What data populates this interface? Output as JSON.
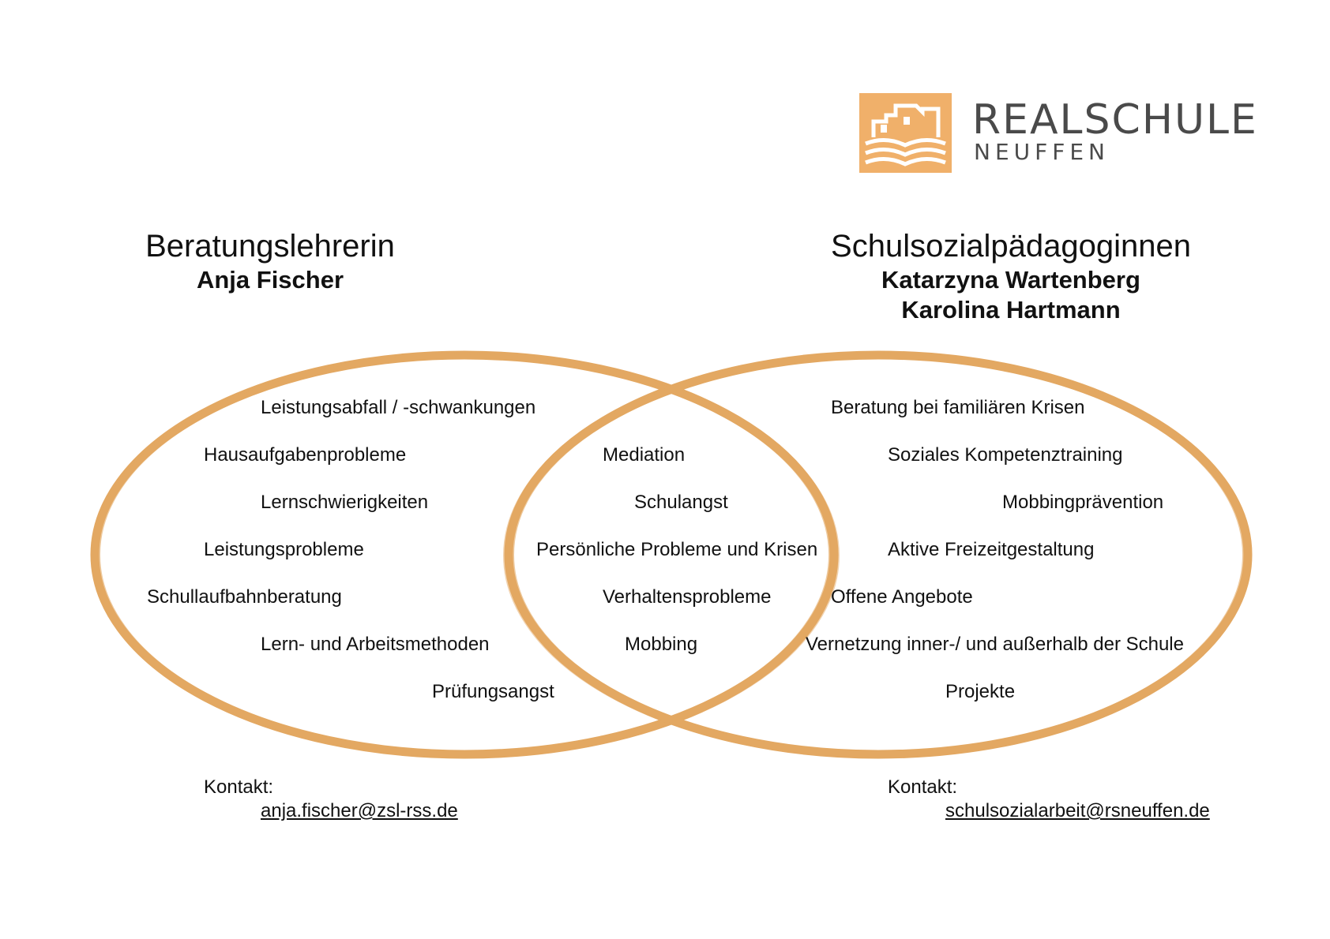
{
  "logo": {
    "name": "REALSCHULE",
    "subname": "NEUFFEN",
    "icon": "school-building-book-icon",
    "color": "#f0b06a"
  },
  "left": {
    "role": "Beratungslehrerin",
    "names": [
      "Anja Fischer"
    ],
    "items": [
      "Leistungsabfall / -schwankungen",
      "Hausaufgabenprobleme",
      "Lernschwierigkeiten",
      "Leistungsprobleme",
      "Schullaufbahnberatung",
      "Lern- und Arbeitsmethoden",
      "Prüfungsangst"
    ],
    "contact_label": "Kontakt:",
    "email": "anja.fischer@zsl-rss.de"
  },
  "center": {
    "items": [
      "Mediation",
      "Schulangst",
      "Persönliche Probleme und Krisen",
      "Verhaltensprobleme",
      "Mobbing"
    ]
  },
  "right": {
    "role": "Schulsozialpädagoginnen",
    "names": [
      "Katarzyna Wartenberg",
      "Karolina Hartmann"
    ],
    "items": [
      "Beratung bei familiären Krisen",
      "Soziales Kompetenztraining",
      "Mobbingprävention",
      "Aktive Freizeitgestaltung",
      "Offene Angebote",
      "Vernetzung inner-/ und außerhalb der Schule",
      "Projekte"
    ],
    "contact_label": "Kontakt:",
    "email": "schulsozialarbeit@rsneuffen.de"
  },
  "colors": {
    "ring": "#e3a862",
    "text": "#111111"
  }
}
